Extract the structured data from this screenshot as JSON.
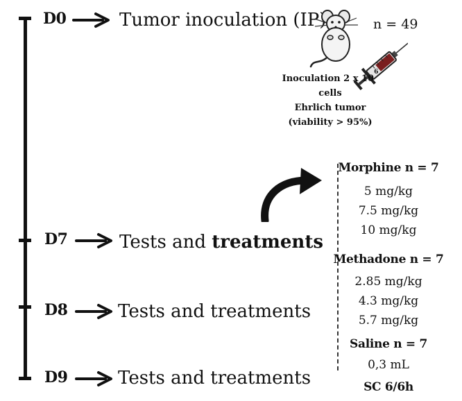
{
  "timeline": [
    {
      "day": "D0",
      "event_plain": "Tumor inoculation (IP)",
      "event_bold": ""
    },
    {
      "day": "D7",
      "event_plain": "Tests and ",
      "event_bold": "treatments"
    },
    {
      "day": "D8",
      "event_plain": "Tests and treatments",
      "event_bold": ""
    },
    {
      "day": "D9",
      "event_plain": "Tests and treatments",
      "event_bold": ""
    }
  ],
  "n_total": "n  = 49",
  "inoculation": {
    "line1": "Inoculation  2 x 10",
    "exponent": "6",
    "line2": "cells",
    "line3": "Ehrlich tumor",
    "line4": "(viability > 95%)"
  },
  "groups": {
    "morphine": {
      "label": "Morphine n = 7",
      "doses": [
        "5 mg/kg",
        "7.5 mg/kg",
        "10 mg/kg"
      ]
    },
    "methadone": {
      "label": "Methadone n = 7",
      "doses": [
        "2.85 mg/kg",
        "4.3 mg/kg",
        "5.7 mg/kg"
      ]
    },
    "saline": {
      "label": "Saline n = 7",
      "doses": [
        "0,3 mL"
      ]
    }
  },
  "route": "SC 6/6h",
  "icons": {
    "mouse": "mouse-icon",
    "syringe": "syringe-icon",
    "curved_arrow": "curved-arrow-icon",
    "arrow": "right-arrow-icon"
  }
}
